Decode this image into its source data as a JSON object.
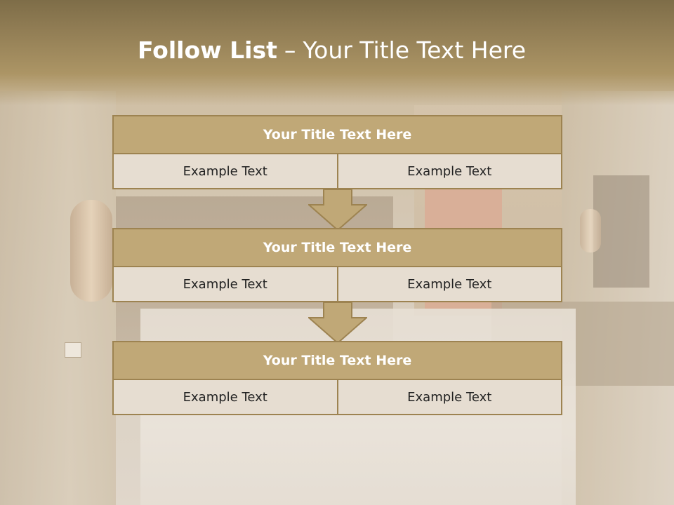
{
  "slide": {
    "title_bold": "Follow List",
    "title_dash": "–",
    "title_rest": "Your Title Text Here"
  },
  "blocks": [
    {
      "title": "Your Title Text Here",
      "left": "Example Text",
      "right": "Example Text"
    },
    {
      "title": "Your Title Text Here",
      "left": "Example Text",
      "right": "Example Text"
    },
    {
      "title": "Your Title Text Here",
      "left": "Example Text",
      "right": "Example Text"
    }
  ],
  "colors": {
    "header_fill": "#c0a877",
    "border": "#9d8351",
    "cell_fill": "#e6ddd1",
    "arrow_fill": "#c0a877"
  },
  "icons": {
    "connector": "down-arrow-icon"
  }
}
